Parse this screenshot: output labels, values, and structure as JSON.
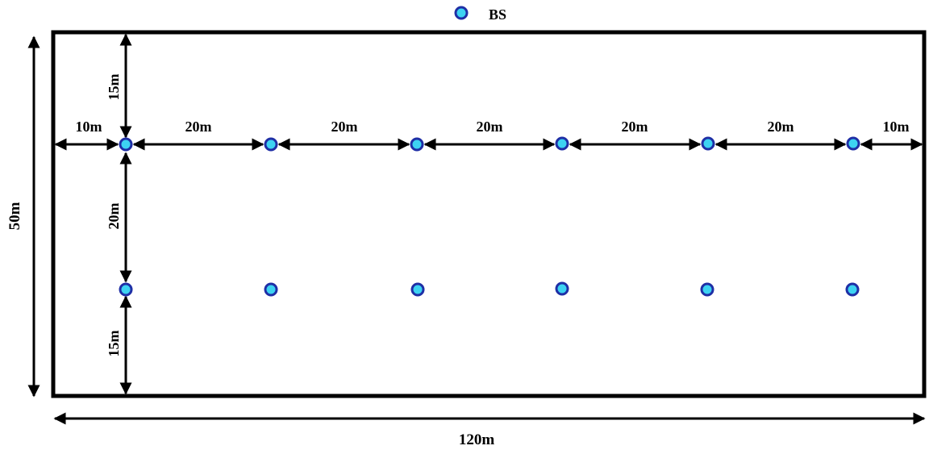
{
  "legend": {
    "label": "BS"
  },
  "room": {
    "width_label": "120m",
    "height_label": "50m"
  },
  "dimensions": {
    "top_gap": "15m",
    "row_gap": "20m",
    "bottom_gap": "15m",
    "left_gap": "10m",
    "right_gap": "10m",
    "spacing": [
      "20m",
      "20m",
      "20m",
      "20m",
      "20m"
    ]
  },
  "base_stations": {
    "count_per_row": 6,
    "rows": 2
  },
  "colors": {
    "bs_fill": "#3dd3f2",
    "bs_stroke": "#1f2fa6",
    "line": "#000000"
  }
}
